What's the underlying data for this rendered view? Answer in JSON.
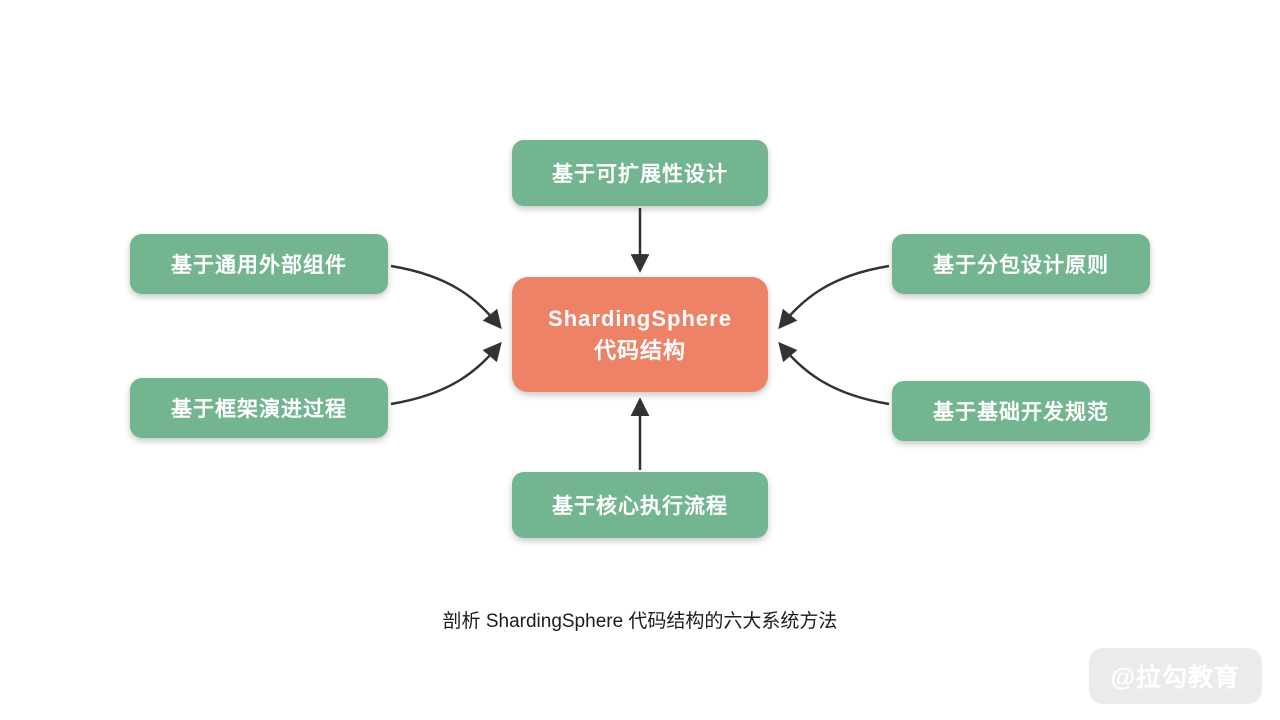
{
  "diagram": {
    "center": {
      "line1": "ShardingSphere",
      "line2": "代码结构",
      "color": "#ee8266"
    },
    "node_color": "#73b491",
    "arrow_color": "#333333",
    "nodes": {
      "top": {
        "label": "基于可扩展性设计"
      },
      "left_top": {
        "label": "基于通用外部组件"
      },
      "left_bottom": {
        "label": "基于框架演进过程"
      },
      "right_top": {
        "label": "基于分包设计原则"
      },
      "right_bottom": {
        "label": "基于基础开发规范"
      },
      "bottom": {
        "label": "基于核心执行流程"
      }
    }
  },
  "caption": "剖析 ShardingSphere 代码结构的六大系统方法",
  "watermark": "@拉勾教育"
}
